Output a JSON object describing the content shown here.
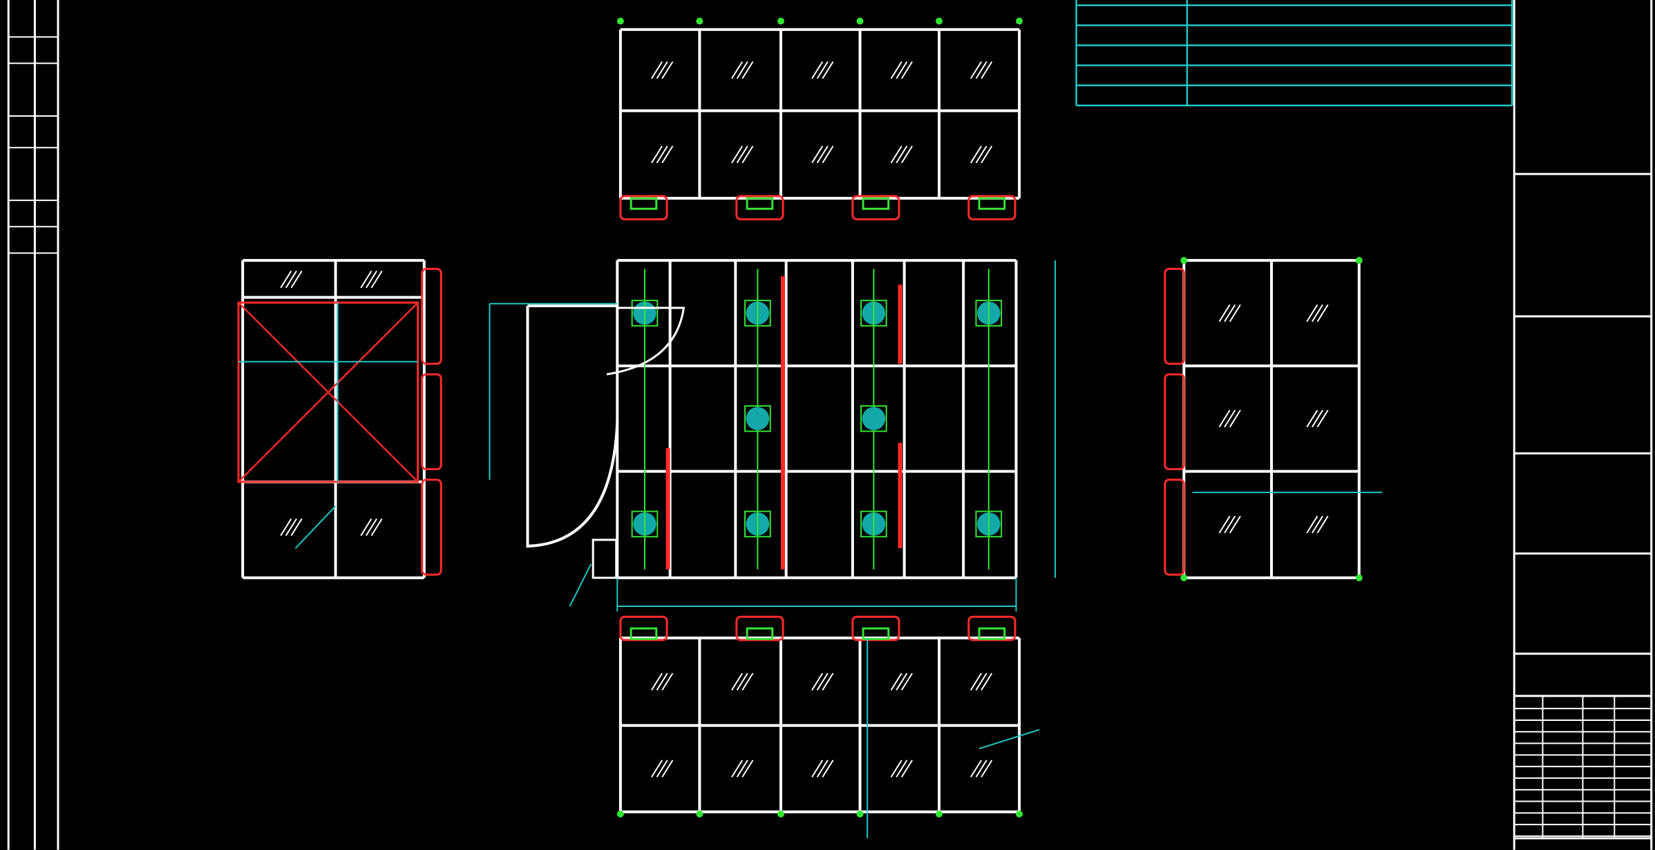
{
  "drawing": {
    "colors": {
      "background": "#000000",
      "frame": "#ffffff",
      "annotation": "#1ec8c8",
      "glass": "#ffffff",
      "highlight": "#ff2a2a",
      "node": "#33e633",
      "fixture": "#14a8a8",
      "accent_yellow": "#e8d23a"
    },
    "views": [
      {
        "name": "top-elevation",
        "columns": 5,
        "rows": 2
      },
      {
        "name": "floor-plan",
        "columns": 4,
        "rows": 3
      },
      {
        "name": "left-elevation",
        "columns": 2,
        "rows": 3
      },
      {
        "name": "right-elevation",
        "columns": 2,
        "rows": 3
      },
      {
        "name": "bottom-elevation",
        "columns": 5,
        "rows": 2
      }
    ],
    "info_table_rows": 6,
    "title_block_sections": 6
  }
}
